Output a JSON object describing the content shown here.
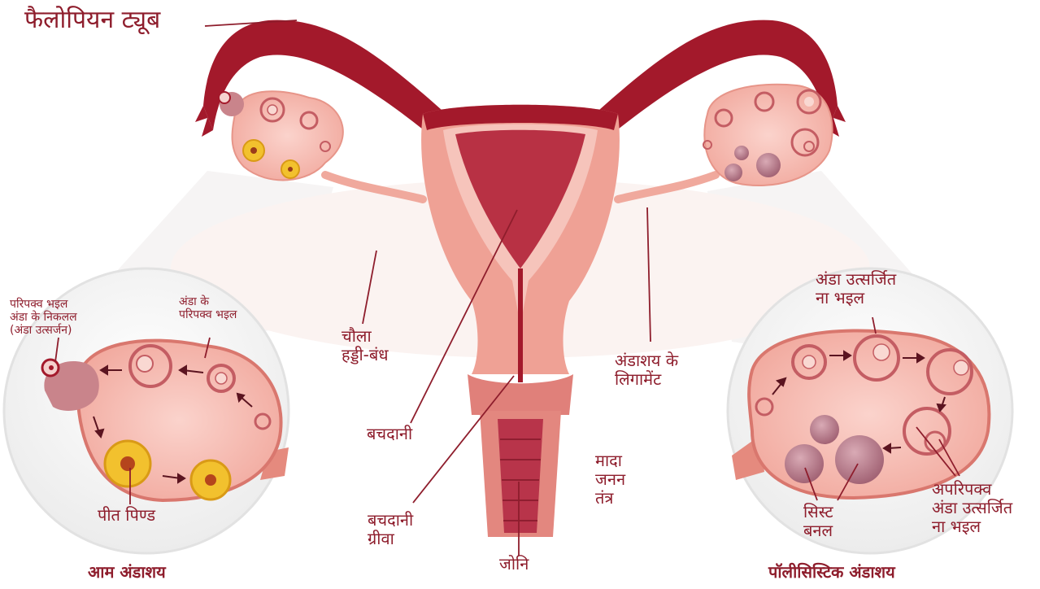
{
  "labels": {
    "fallopian_tube": "फैलोपियन ट्यूब",
    "broad_ligament": "चौला\nहड्डी-बंध",
    "uterus": "बचदानी",
    "cervix": "बचदानी\nग्रीवा",
    "vagina": "जोनि",
    "female_reproductive_system": "मादा\nजनन\nतंत्र",
    "ovarian_ligament": "अंडाशय के\nलिगामेंट",
    "mature_egg_released": "परिपक्व भइल\nअंडा के निकलल\n(अंडा उत्सर्जन)",
    "egg_matured": "अंडा के\nपरिपक्व भइल",
    "corpus_luteum": "पीत पिण्ड",
    "normal_ovary": "आम अंडाशय",
    "egg_not_released": "अंडा उत्सर्जित\nना भइल",
    "cysts_formed": "सिस्ट\nबनल",
    "immature_egg_not_released": "अपरिपक्व\nअंडा उत्सर्जित\nना भइल",
    "polycystic_ovary": "पॉलीसिस्टिक अंडाशय"
  },
  "colors": {
    "label_text": "#8e1d2c",
    "tube_dark": "#a3192b",
    "uterus_wall": "#efa195",
    "uterus_inner": "#c22f43",
    "ovary": "#f7c1b8",
    "follicle_ring": "#c45d63",
    "corpus_luteum": "#f2c12e",
    "cyst": "#a66a7c",
    "magnifier_bg": "#f3f3f3"
  }
}
